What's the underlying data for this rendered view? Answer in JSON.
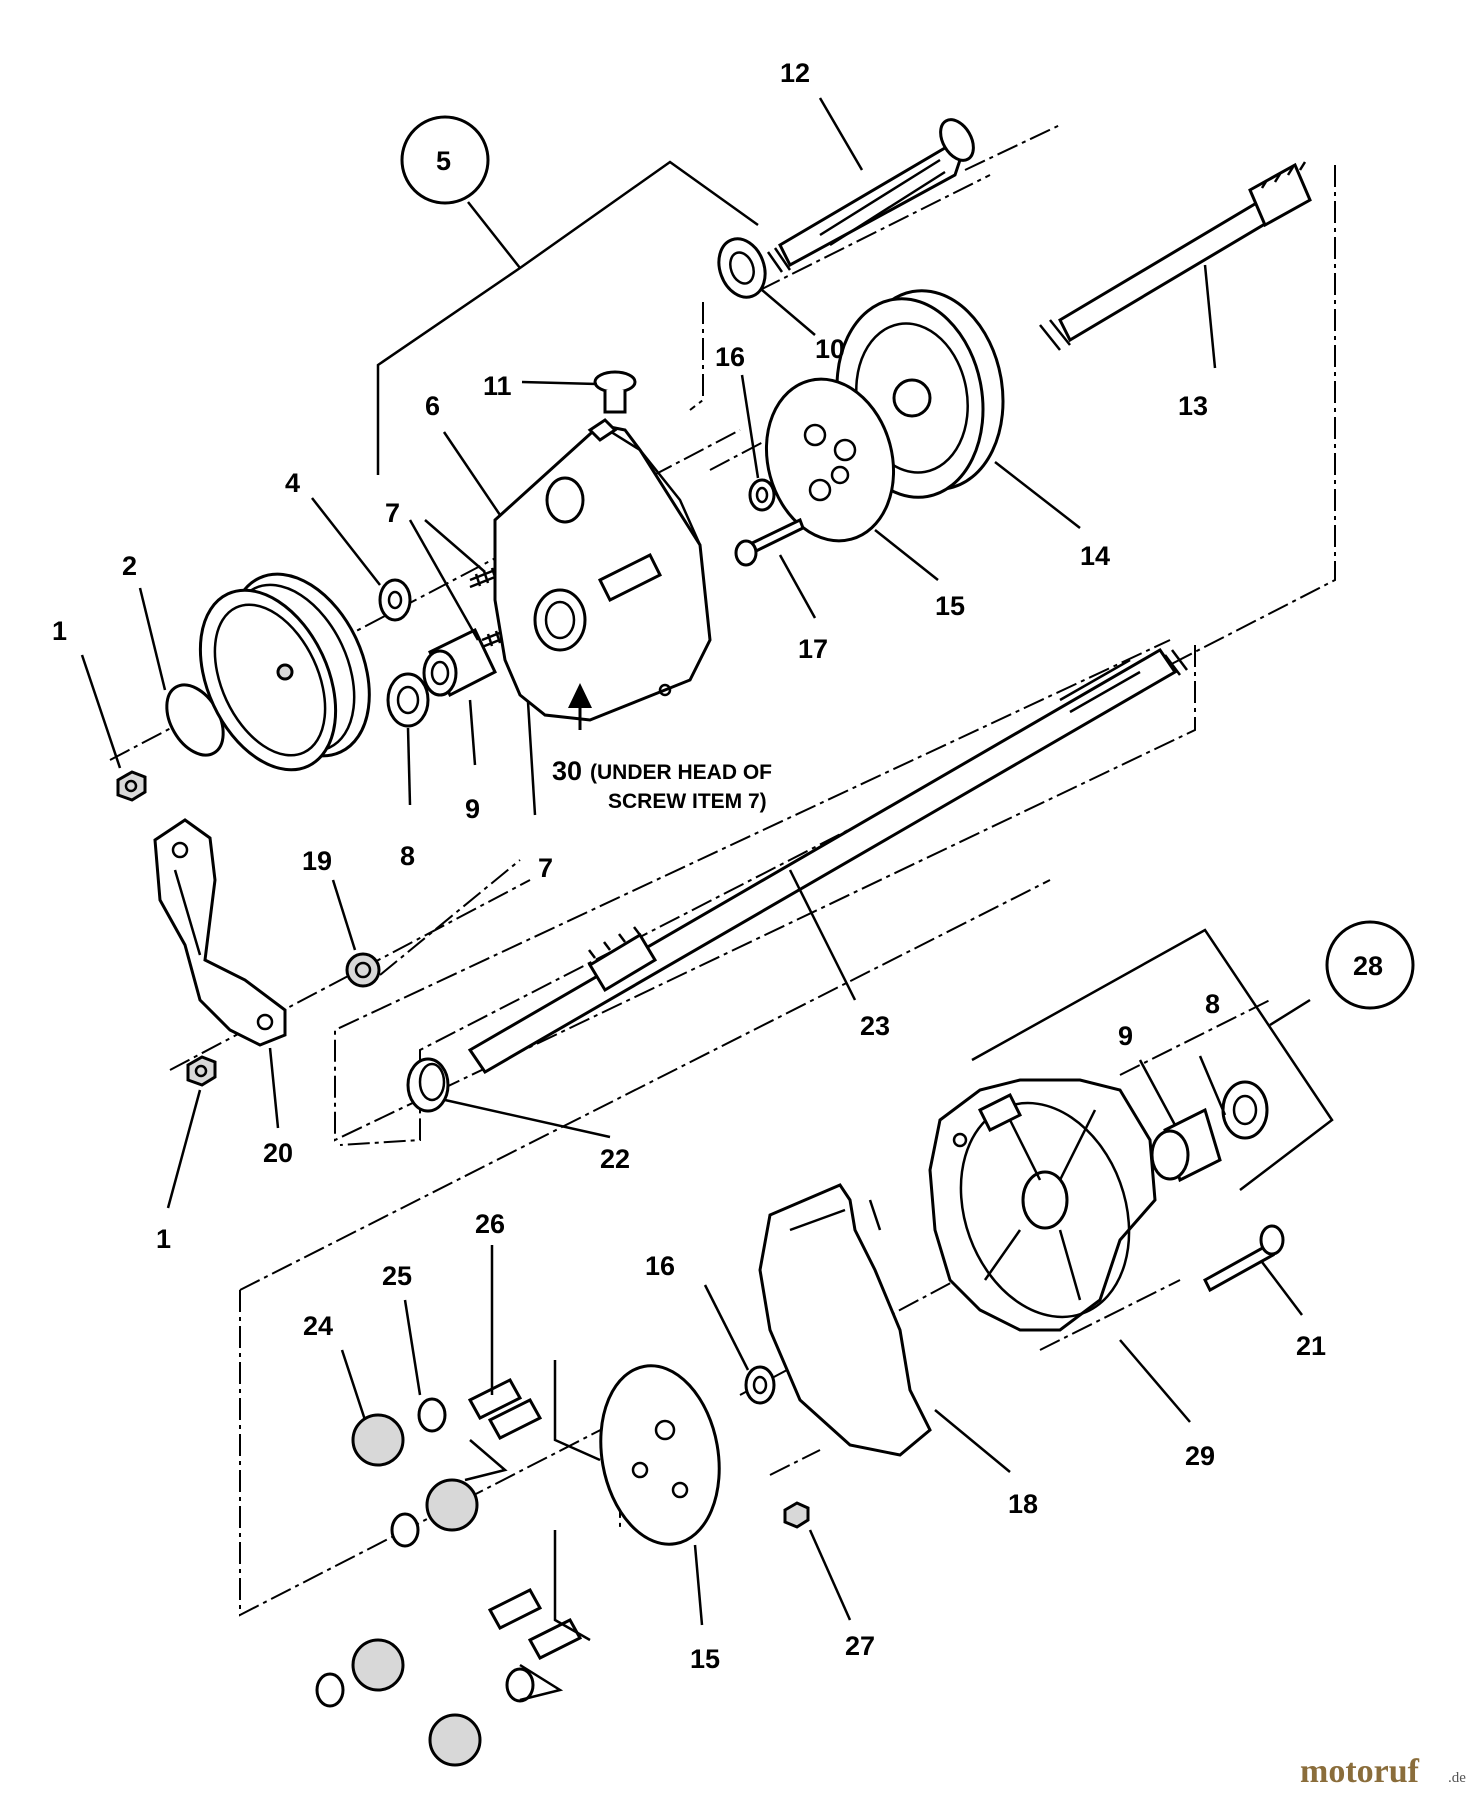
{
  "callouts": [
    {
      "id": "c1a",
      "text": "1"
    },
    {
      "id": "c2",
      "text": "2"
    },
    {
      "id": "c4",
      "text": "4"
    },
    {
      "id": "c5",
      "text": "5"
    },
    {
      "id": "c6",
      "text": "6"
    },
    {
      "id": "c7a",
      "text": "7"
    },
    {
      "id": "c7b",
      "text": "7"
    },
    {
      "id": "c8a",
      "text": "8"
    },
    {
      "id": "c9a",
      "text": "9"
    },
    {
      "id": "c10",
      "text": "10"
    },
    {
      "id": "c11",
      "text": "11"
    },
    {
      "id": "c12",
      "text": "12"
    },
    {
      "id": "c13",
      "text": "13"
    },
    {
      "id": "c14",
      "text": "14"
    },
    {
      "id": "c15a",
      "text": "15"
    },
    {
      "id": "c16a",
      "text": "16"
    },
    {
      "id": "c17",
      "text": "17"
    },
    {
      "id": "c19",
      "text": "19"
    },
    {
      "id": "c20",
      "text": "20"
    },
    {
      "id": "c1b",
      "text": "1"
    },
    {
      "id": "c22",
      "text": "22"
    },
    {
      "id": "c23",
      "text": "23"
    },
    {
      "id": "c28",
      "text": "28"
    },
    {
      "id": "c9b",
      "text": "9"
    },
    {
      "id": "c8b",
      "text": "8"
    },
    {
      "id": "c21",
      "text": "21"
    },
    {
      "id": "c29",
      "text": "29"
    },
    {
      "id": "c18",
      "text": "18"
    },
    {
      "id": "c16b",
      "text": "16"
    },
    {
      "id": "c26",
      "text": "26"
    },
    {
      "id": "c25",
      "text": "25"
    },
    {
      "id": "c24",
      "text": "24"
    },
    {
      "id": "c15b",
      "text": "15"
    },
    {
      "id": "c27",
      "text": "27"
    }
  ],
  "note": {
    "number": "30",
    "line1": "(UNDER HEAD OF",
    "line2": "SCREW ITEM 7)"
  },
  "watermark": {
    "name": "motoruf",
    "suffix": ".de",
    "color_main": "#8a6d3b",
    "color_dot": "#c8102e"
  }
}
